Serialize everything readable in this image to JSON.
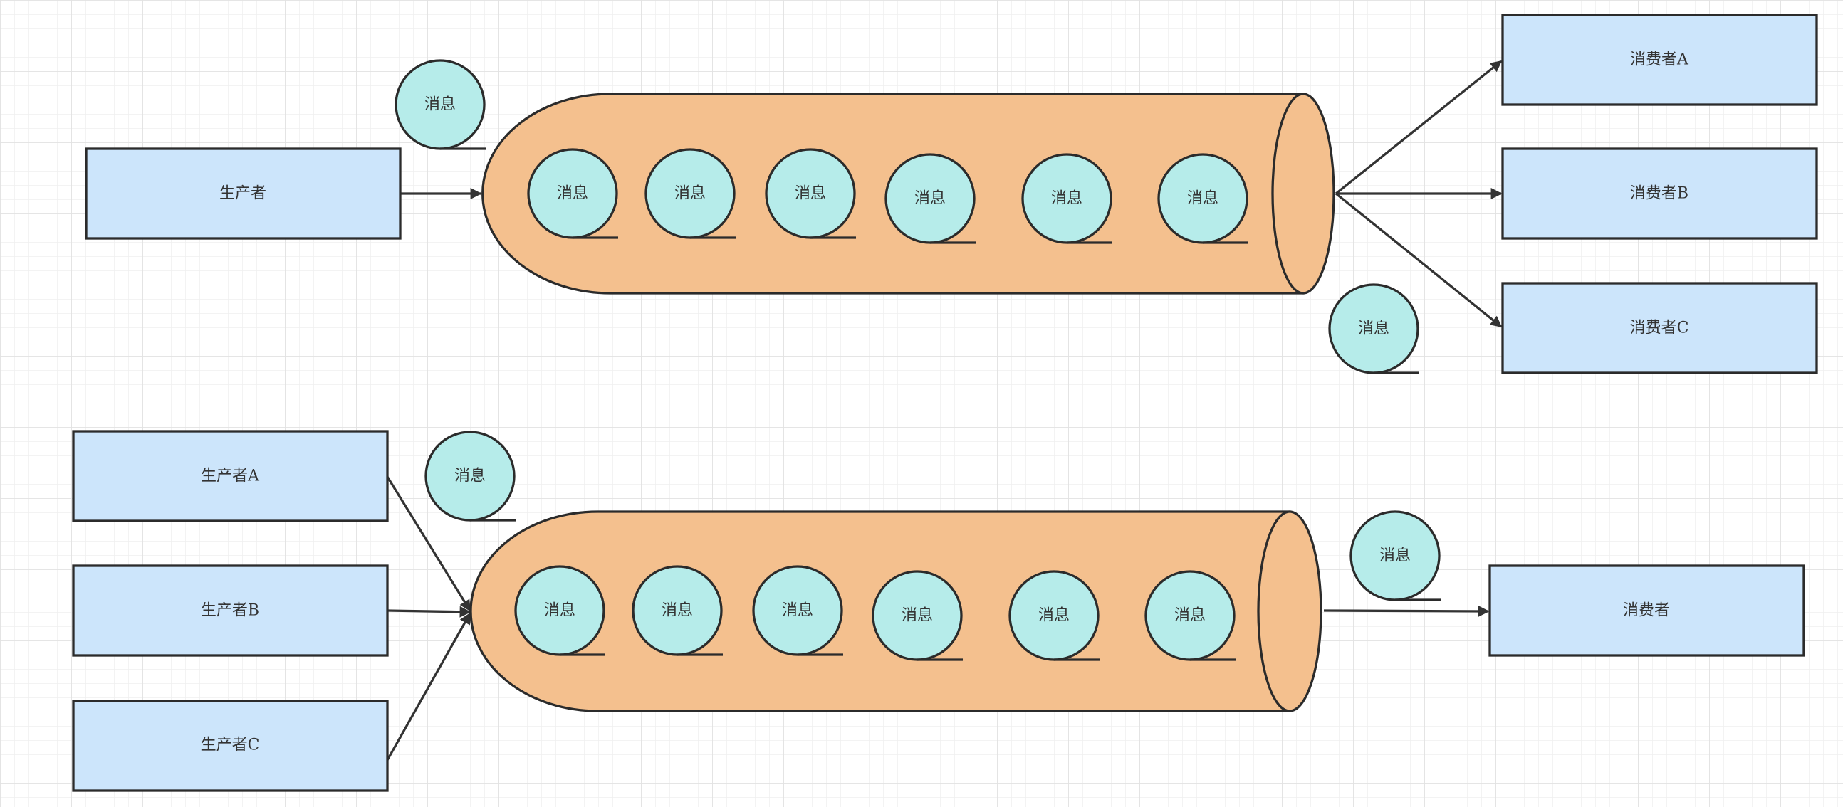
{
  "diagram_top": {
    "producer": "生产者",
    "consumers": [
      "消费者A",
      "消费者B",
      "消费者C"
    ],
    "queue_messages": [
      "消息",
      "消息",
      "消息",
      "消息",
      "消息",
      "消息"
    ],
    "incoming_message": "消息",
    "outgoing_message": "消息"
  },
  "diagram_bottom": {
    "producers": [
      "生产者A",
      "生产者B",
      "生产者C"
    ],
    "consumer": "消费者",
    "queue_messages": [
      "消息",
      "消息",
      "消息",
      "消息",
      "消息",
      "消息"
    ],
    "incoming_message": "消息",
    "outgoing_message": "消息"
  },
  "colors": {
    "box_fill": "#cce5fb",
    "queue_fill": "#f4c08e",
    "message_fill": "#b6ecea",
    "stroke": "#2b2b2b",
    "grid": "#e6e6e6"
  }
}
